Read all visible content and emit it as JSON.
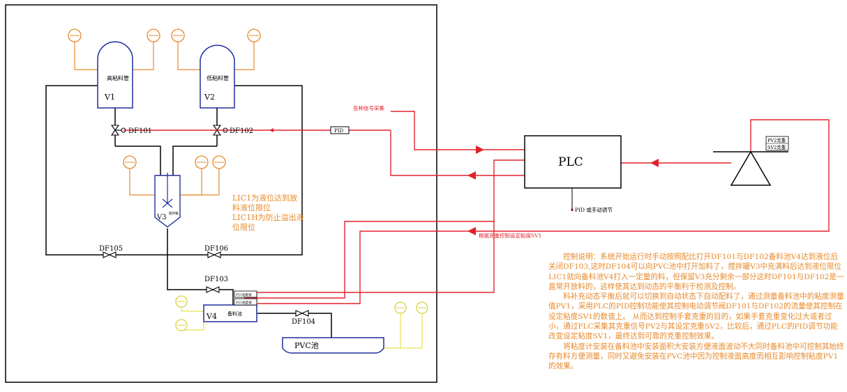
{
  "vessels": {
    "v1_label": "高粘料管",
    "v1_id": "V1",
    "v2_label": "低粘料管",
    "v2_id": "V2",
    "v3_label": "搅拌罐",
    "v3_id": "V3",
    "v4_label": "备料池",
    "v4_id": "V4",
    "pvc_label": "PVC池"
  },
  "valves": {
    "df101": "DF101",
    "df102": "DF102",
    "df103": "DF103",
    "df104": "DF104",
    "df105": "DF105",
    "df106": "DF106"
  },
  "controller": {
    "plc": "PLC",
    "pid_box": "PID",
    "pid_or_manual": "PID 或手动调节"
  },
  "signals": {
    "signal_collect": "各种信号采集",
    "sv1_note": "根据克重控制设定粘度SV1",
    "pv2": "PV2克重",
    "sv2": "SV2克重",
    "pv1_gauge": "PV1粘度值",
    "sv1_gauge": "SV1粘度值"
  },
  "level_note": {
    "line1": "LIC1为液位达到放",
    "line2": "料液位限位",
    "line3": "LIC1H为防止溢出液",
    "line4": "位限位"
  },
  "description": {
    "p1": "控制说明：系统开始运行时手动按照配比打开DF101与DF102备料池V4达到液位后关闭DF103,这时DF104可以向PVC池中打开加料了，搅拌罐V3中充满料后达到液位限位LIC1就向备料池V4打入一定量的料，但保留V3充分剩余一部分这时DF101与DF102是一直常开放料的，这样使其达到动态的平衡利于检测及控制。",
    "p2": "料补充动态平衡后就可以切换到自动状态下自动配料了，通过测量备料池中的粘度测量值PV1，采用PLC的PID控制功能使其控制电动调节阀DF101与DF102的流量使其控制在设定粘度SV1的数值上。 从而达到控制手套克重的目的，如果手套克重变化过大或者过小，通过PLC采集其克重信号PV2与其设定克重SV2，比较后，通过PLC的PID调节功能改变设定粘度SV1，最终达到可靠的克重控制效果。",
    "p3": "将粘度计安装在备料池中安装面积大安装方便液面波动不大同时备料池中可控制其始终存有料方便测量，同时又避免安装在PVC池中因为控制液面高度而相互影响控制粘度PV1的效果。"
  },
  "colors": {
    "process_line": "#000000",
    "signal_line": "#e2222b",
    "gauge": "#e8892b",
    "yellow_gauge": "#e8e050",
    "vessel": "#1f2f9c"
  }
}
